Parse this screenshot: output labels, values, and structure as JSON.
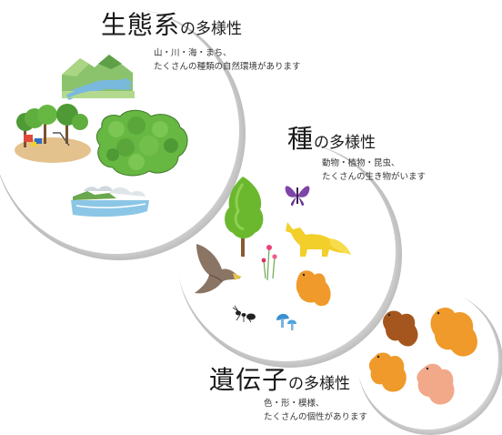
{
  "ecosystem": {
    "title_big": "生態系",
    "title_suffix": "の多様性",
    "desc_line1": "山・川・海・まち、",
    "desc_line2": "たくさんの種類の自然環境があります"
  },
  "species": {
    "title_big": "種",
    "title_suffix": "の多様性",
    "desc_line1": "動物・植物・昆虫、",
    "desc_line2": "たくさんの生き物がいます"
  },
  "genetic": {
    "title_big": "遺伝子",
    "title_suffix": "の多様性",
    "desc_line1": "色・形・模様、",
    "desc_line2": "たくさんの個性があります"
  },
  "colors": {
    "circle_shadow": "#c9c9c9",
    "tree_green": "#6bb82f",
    "fox_yellow": "#f2cf2a",
    "squirrel_orange": "#ef9a2a",
    "squirrel_brown": "#a5561e",
    "squirrel_peach": "#f2a98a",
    "eagle_brown": "#8a7464",
    "butterfly_purple": "#7e45a8",
    "water_blue": "#79b9de"
  },
  "icons": [
    "mountain-river-icon",
    "playground-icon",
    "forest-icon",
    "seaside-icon",
    "tree-icon",
    "butterfly-icon",
    "fox-icon",
    "eagle-icon",
    "flower-icon",
    "ant-icon",
    "mushroom-icon",
    "squirrel-icon"
  ]
}
